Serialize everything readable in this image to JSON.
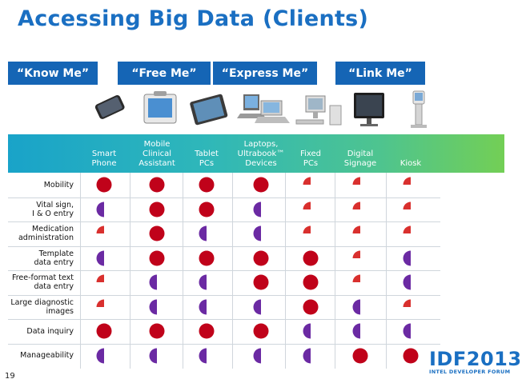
{
  "title": "Accessing Big Data (Clients)",
  "banner_labels": [
    "“Know Me”",
    "“Free Me”",
    "“Express Me”",
    "“Link Me”"
  ],
  "colors": {
    "title": "#1a6fc2",
    "banner": "#1565b5",
    "full": "#c0021a",
    "half": "#6b2aa3",
    "quarter": "#d9302e"
  },
  "columns": [
    [
      "Smart",
      "Phone"
    ],
    [
      "Mobile",
      "Clinical",
      "Assistant"
    ],
    [
      "Tablet",
      "PCs"
    ],
    [
      "Laptops,",
      "Ultrabook™",
      "Devices"
    ],
    [
      "Fixed",
      "PCs"
    ],
    [
      "Digital",
      "Signage"
    ],
    [
      "Kiosk"
    ]
  ],
  "rows": [
    {
      "label": [
        "Mobility"
      ],
      "cells": [
        "full",
        "full",
        "full",
        "full",
        "quarter",
        "quarter",
        "quarter"
      ]
    },
    {
      "label": [
        "Vital sign,",
        "I & O entry"
      ],
      "cells": [
        "half",
        "full",
        "full",
        "half",
        "quarter",
        "quarter",
        "quarter"
      ]
    },
    {
      "label": [
        "Medication",
        "administration"
      ],
      "cells": [
        "quarter",
        "full",
        "half",
        "half",
        "quarter",
        "quarter",
        "quarter"
      ]
    },
    {
      "label": [
        "Template",
        "data entry"
      ],
      "cells": [
        "half",
        "full",
        "full",
        "full",
        "full",
        "quarter",
        "half"
      ]
    },
    {
      "label": [
        "Free-format text",
        "data entry"
      ],
      "cells": [
        "quarter",
        "half",
        "half",
        "full",
        "full",
        "quarter",
        "half"
      ]
    },
    {
      "label": [
        "Large diagnostic",
        "images"
      ],
      "cells": [
        "quarter",
        "half",
        "half",
        "half",
        "full",
        "half",
        "quarter"
      ]
    },
    {
      "label": [
        "Data inquiry"
      ],
      "cells": [
        "full",
        "full",
        "full",
        "full",
        "half",
        "half",
        "half"
      ]
    },
    {
      "label": [
        "Manageability"
      ],
      "cells": [
        "half",
        "half",
        "half",
        "half",
        "half",
        "full",
        "full"
      ]
    }
  ],
  "devices": [
    "smartphone-icon",
    "clinical-tablet-icon",
    "tablet-icon",
    "laptops-icon",
    "desktop-pc-icon",
    "digital-signage-icon",
    "kiosk-icon"
  ],
  "page_number": "19",
  "logo": {
    "main": "IDF2013",
    "sub": "INTEL DEVELOPER FORUM"
  }
}
